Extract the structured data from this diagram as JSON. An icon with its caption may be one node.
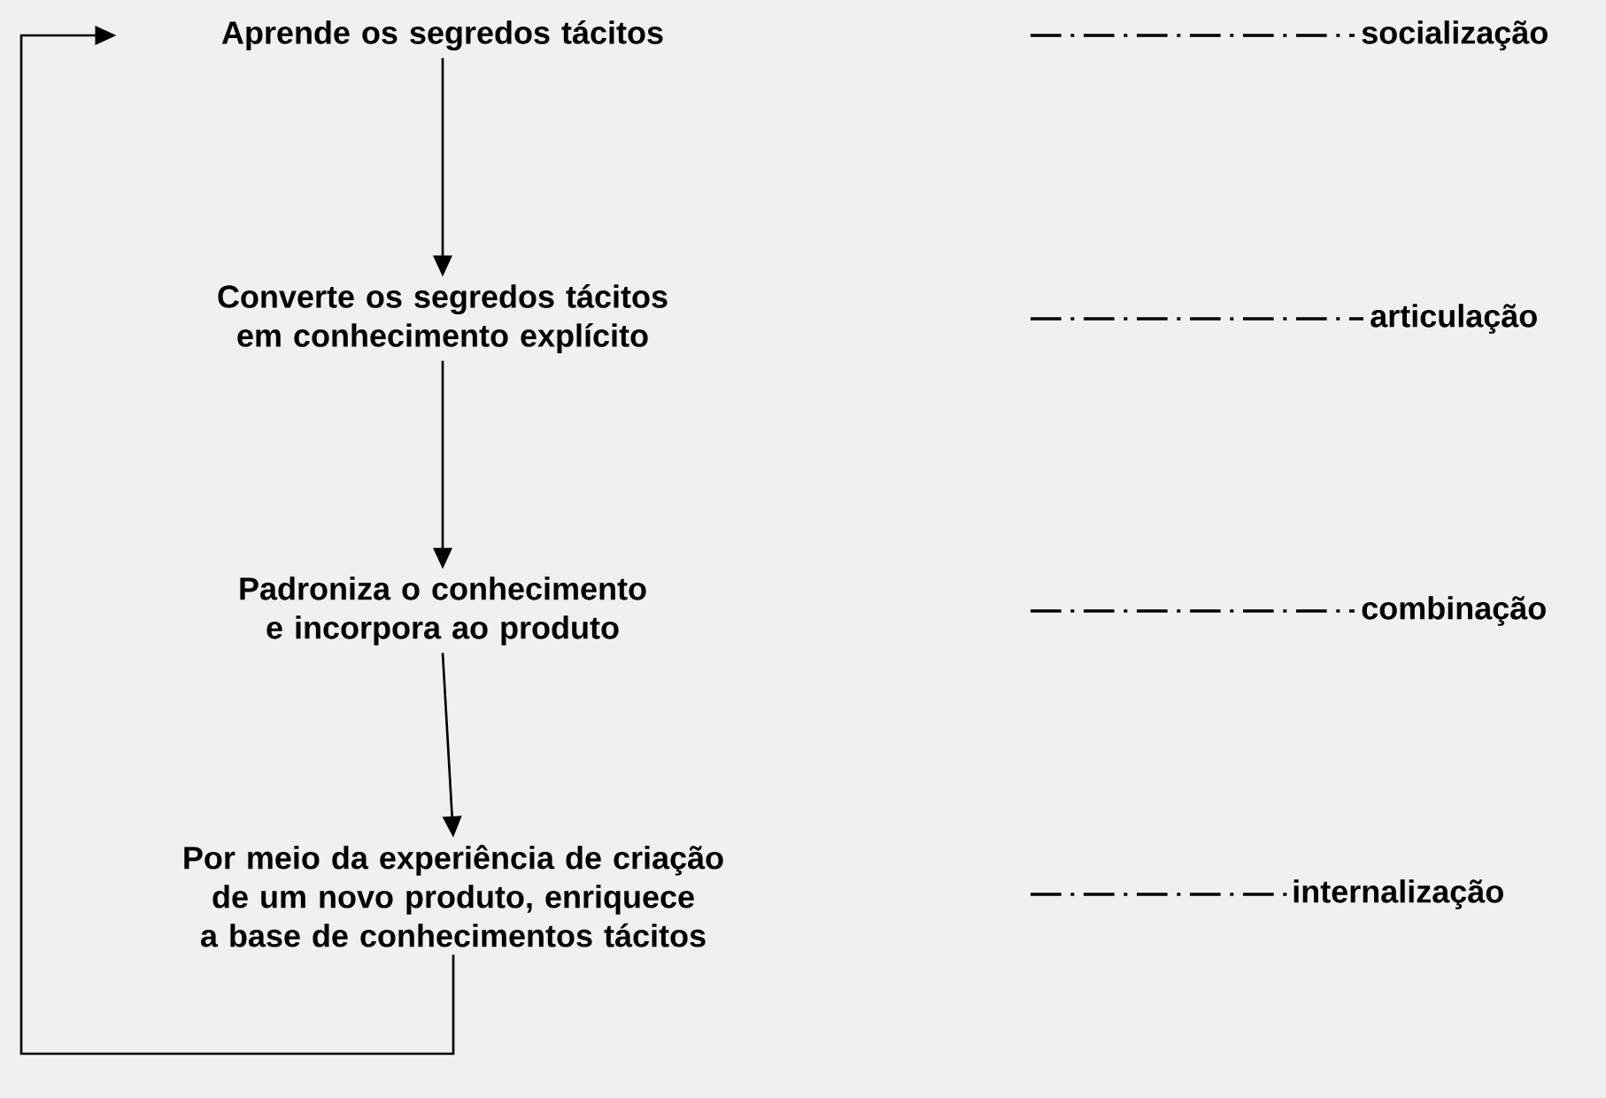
{
  "diagram": {
    "nodes": [
      {
        "text": [
          "Aprende os segredos tácitos"
        ]
      },
      {
        "text": [
          "Converte os segredos tácitos em conhecimento explícito"
        ]
      },
      {
        "text": [
          "Padroniza o conhecimento e incorpora ao produto"
        ]
      },
      {
        "text": [
          "Por meio da experiência de criação de um novo produto, enriquece a base de conhecimentos tácitos"
        ]
      }
    ],
    "edges": [
      {
        "from": 0,
        "to": 1,
        "arrow": "to"
      },
      {
        "from": 1,
        "to": 2,
        "arrow": "to"
      },
      {
        "from": 2,
        "to": 3,
        "arrow": "to"
      },
      {
        "from": 3,
        "to": 0,
        "arrow": "to"
      }
    ],
    "labels": [
      "socialização",
      "articulação",
      "combinação",
      "internalização"
    ]
  }
}
